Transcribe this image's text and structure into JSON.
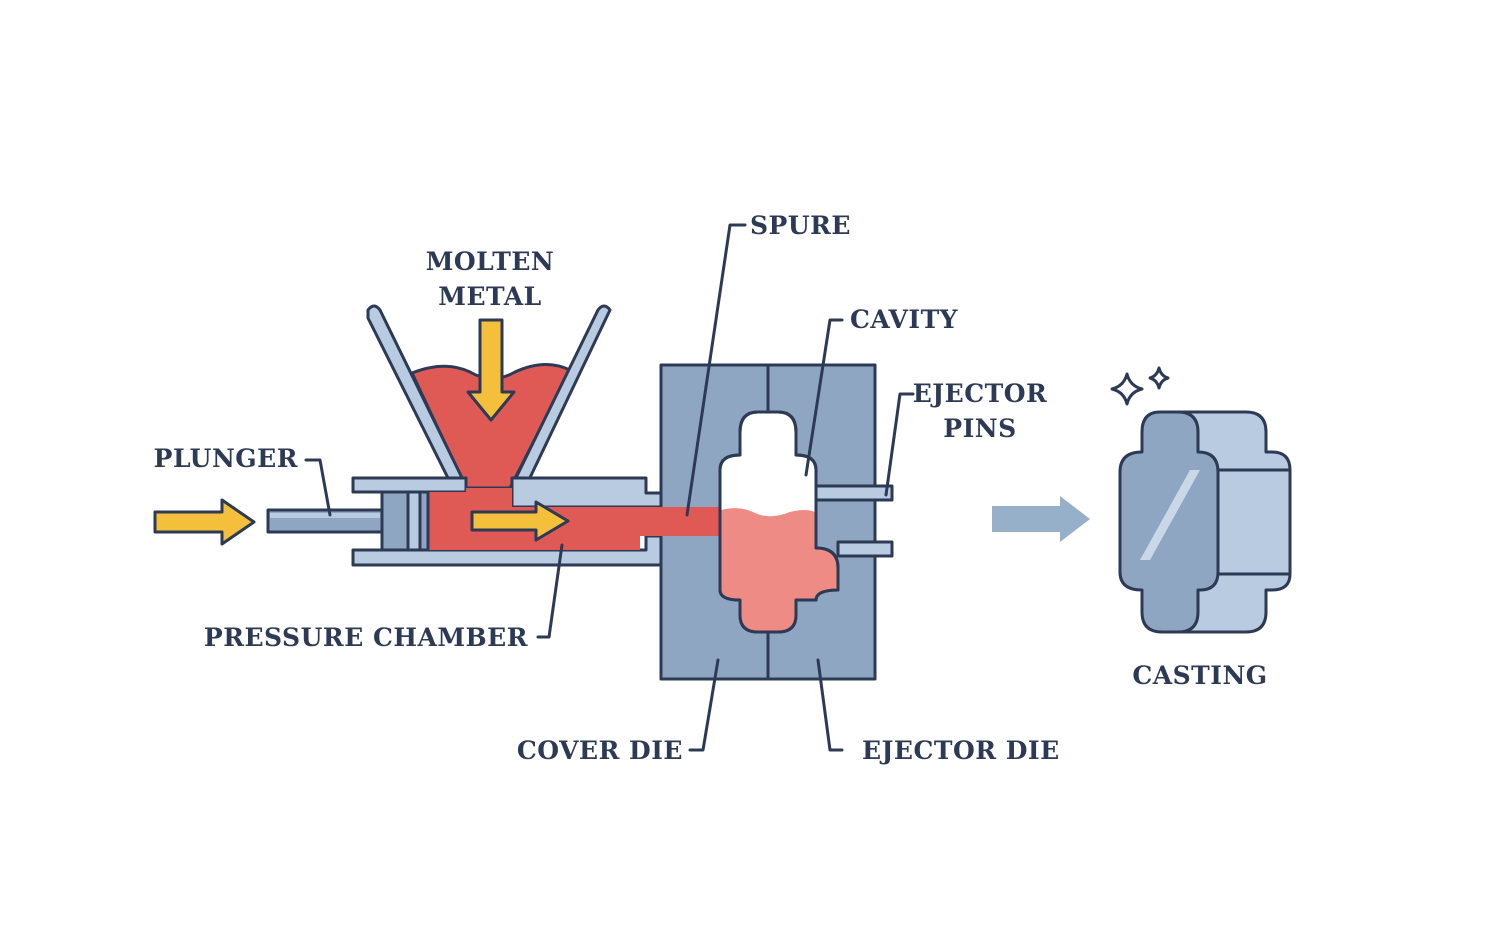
{
  "labels": {
    "molten_metal_line1": "MOLTEN",
    "molten_metal_line2": "METAL",
    "plunger": "PLUNGER",
    "pressure_chamber": "PRESSURE CHAMBER",
    "spure": "SPURE",
    "cavity": "CAVITY",
    "ejector_pins_line1": "EJECTOR",
    "ejector_pins_line2": "PINS",
    "cover_die": "COVER DIE",
    "ejector_die": "EJECTOR DIE",
    "casting": "CASTING"
  },
  "colors": {
    "outline": "#2d3a56",
    "die_blue": "#8fa6c2",
    "light_blue": "#b9cbe0",
    "molten_red": "#e05a55",
    "molten_pink": "#ef8b85",
    "arrow_yellow": "#f4c03c",
    "flow_arrow": "#95b0c8"
  }
}
